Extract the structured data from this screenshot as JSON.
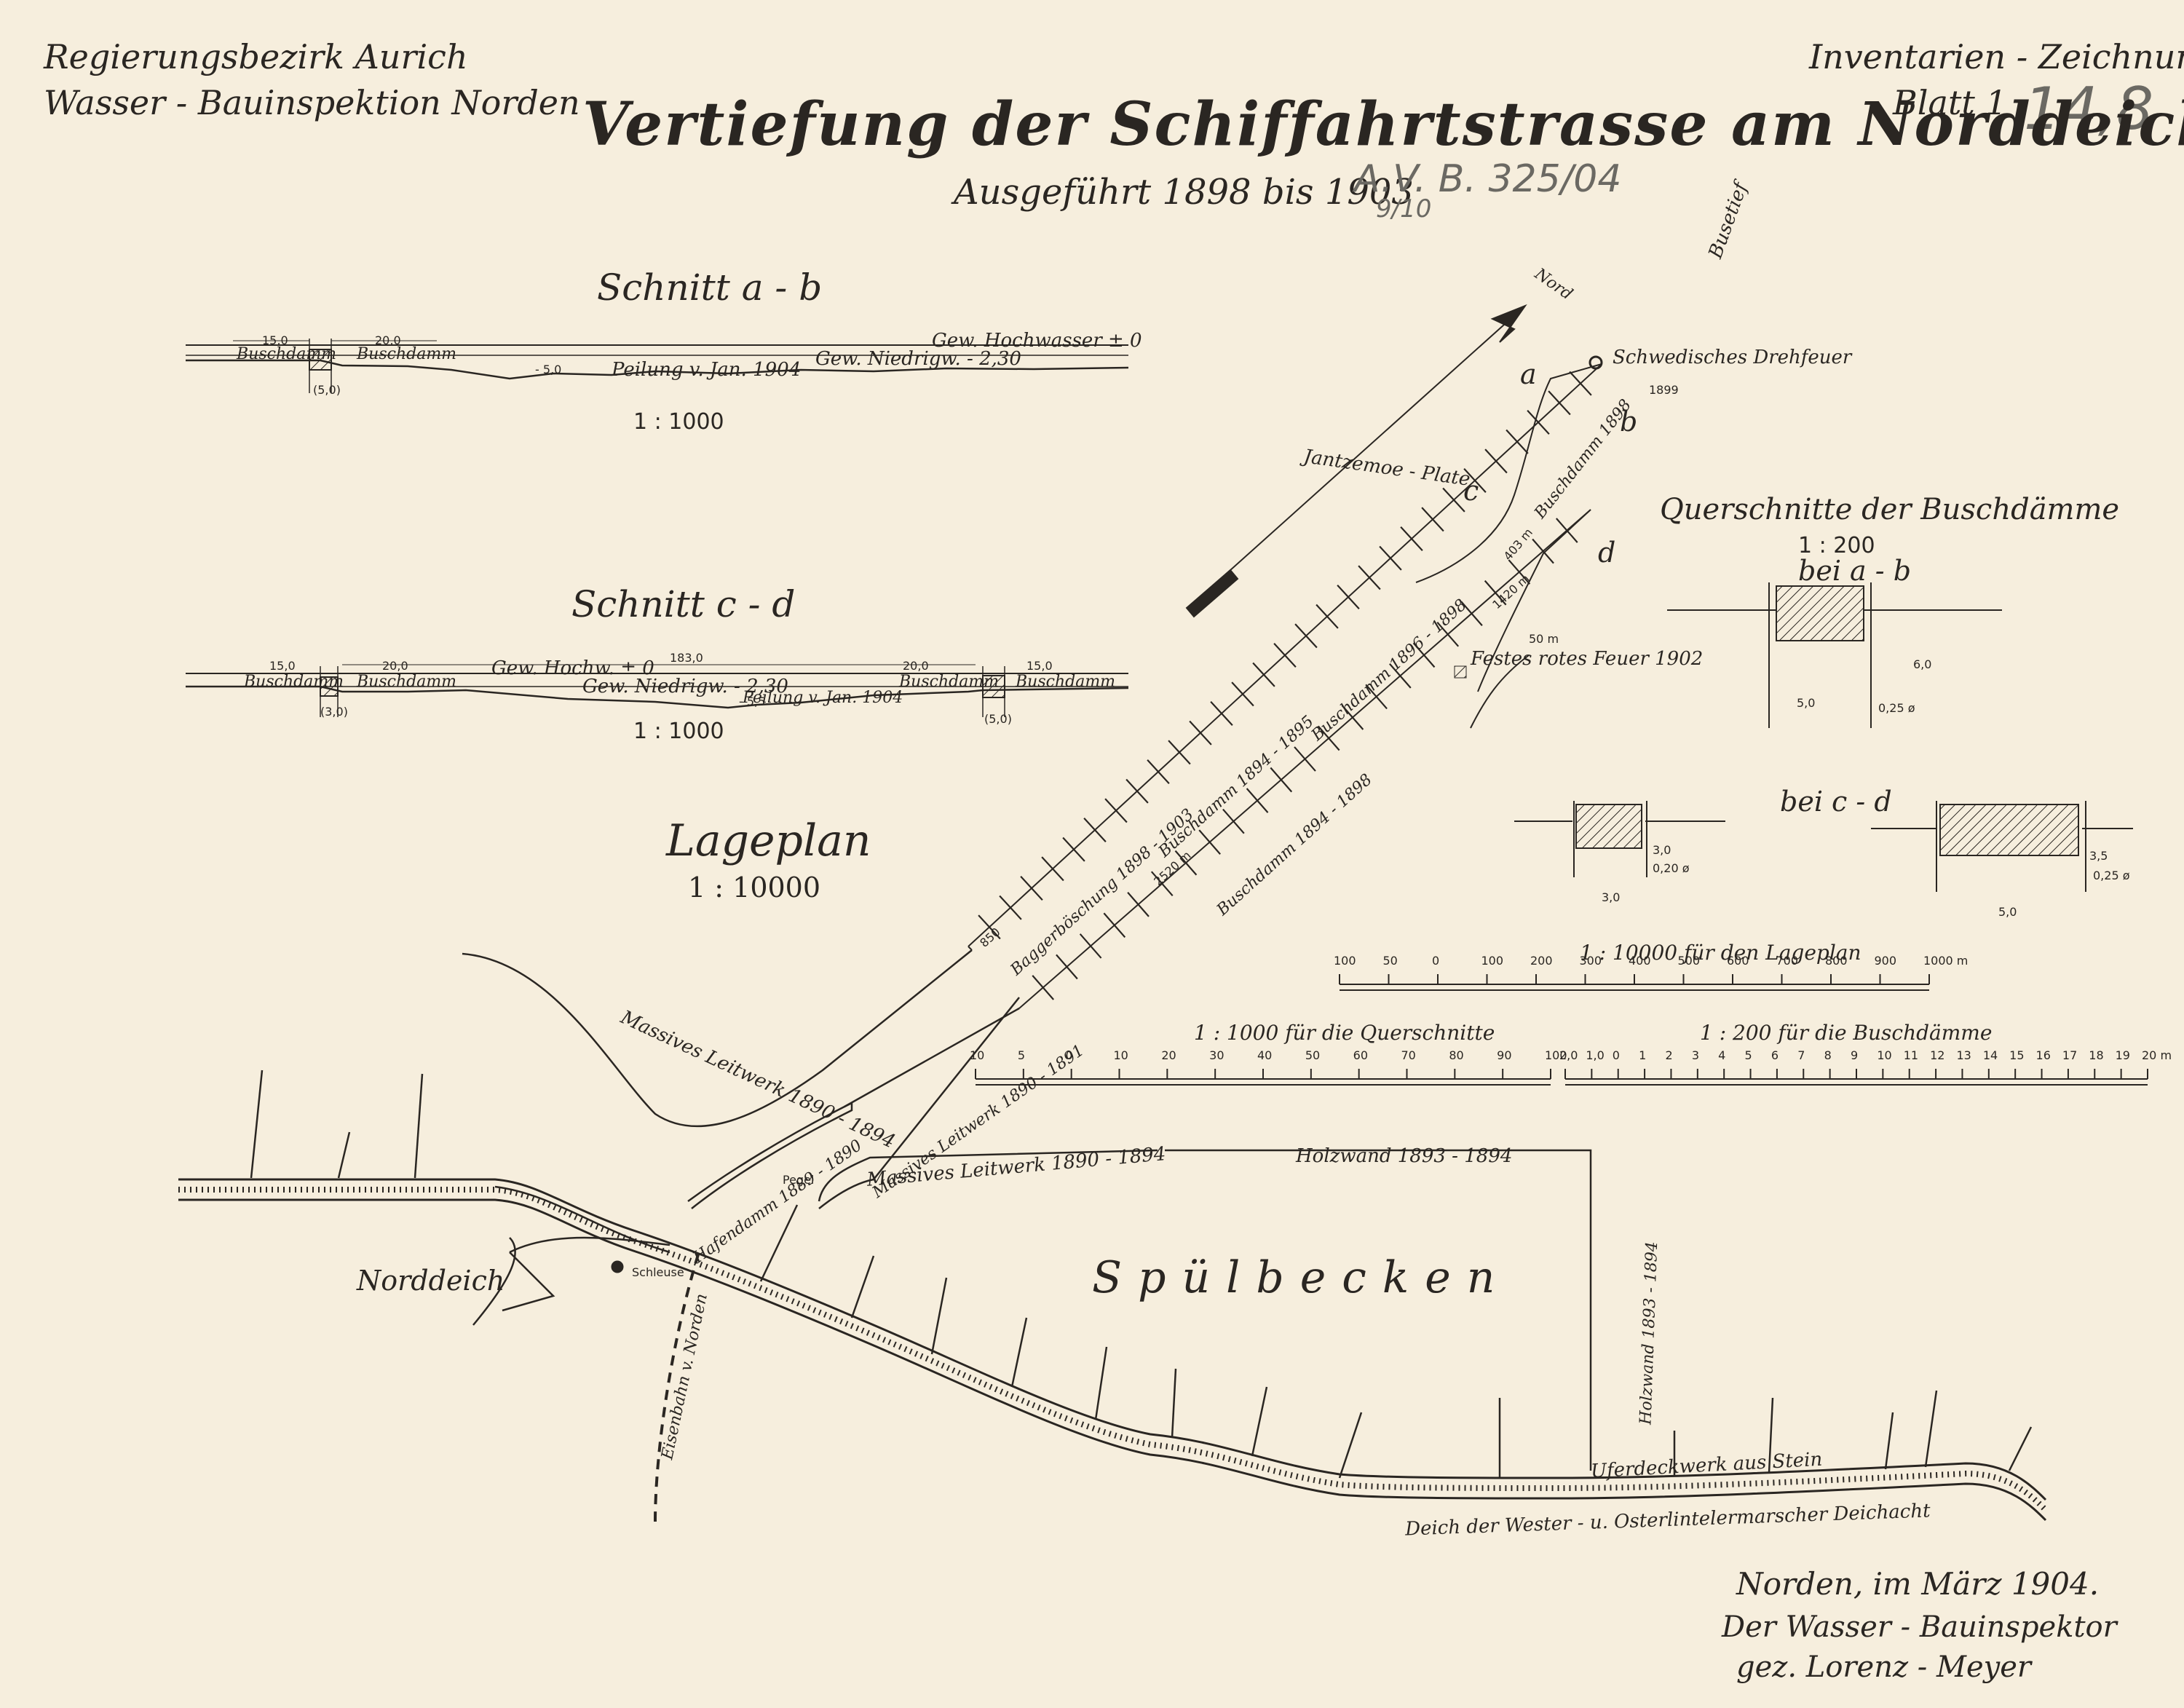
{
  "header": {
    "left_line1": "Regierungsbezirk Aurich",
    "left_line2": "Wasser - Bauinspektion Norden",
    "right_line1": "Inventarien - Zeichnung",
    "right_line2": "Blatt 1",
    "pencil_number": "14,8"
  },
  "title": {
    "main": "Vertiefung der Schiffahrtstrasse am Norddeich",
    "sub": "Ausgeführt 1898 bis 1903",
    "pencil_note_1": "A.V. B. 325/04",
    "pencil_note_2": "9/10"
  },
  "section_ab": {
    "title": "Schnitt a - b",
    "scale": "1 : 1000",
    "labels": [
      "Gew. Hochwasser ± 0",
      "Gew. Niedrigw. - 2,30",
      "Peilung v. Jan. 1904",
      "Buschdamm",
      "Buschdamm",
      "15,0",
      "20,0",
      "(5,0)",
      "- 5,0"
    ]
  },
  "section_cd": {
    "title": "Schnitt c - d",
    "scale": "1 : 1000",
    "labels": [
      "Gew. Hochw. ± 0",
      "Gew. Niedrigw. - 2,30",
      "Peilung v. Jan. 1904",
      "183,0",
      "15,0",
      "20,0",
      "20,0",
      "15,0",
      "Buschdamm",
      "Buschdamm",
      "Buschdamm",
      "Buschdamm",
      "(3,0)",
      "(5,0)",
      "- 5,5"
    ]
  },
  "lageplan": {
    "title": "Lageplan",
    "scale": "1 : 10000"
  },
  "querschnitte": {
    "title": "Querschnitte der Buschdämme",
    "scale": "1 : 200",
    "ab_label": "bei a - b",
    "cd_label": "bei c - d",
    "dims": [
      "5,0",
      "6,0",
      "0,25 ø",
      "3,0",
      "3,0",
      "0,20 ø",
      "5,0",
      "3,5",
      "0,25 ø"
    ]
  },
  "scales": {
    "lageplan_label": "1 : 10000 für den Lageplan",
    "lageplan_ticks": [
      "100",
      "50",
      "0",
      "100",
      "200",
      "300",
      "400",
      "500",
      "600",
      "700",
      "800",
      "900",
      "1000 m"
    ],
    "querschnitte_label": "1 : 1000 für die Querschnitte",
    "querschnitte_ticks": [
      "10",
      "5",
      "0",
      "10",
      "20",
      "30",
      "40",
      "50",
      "60",
      "70",
      "80",
      "90",
      "100"
    ],
    "buschdaemme_label": "1 : 200 für die Buschdämme",
    "buschdaemme_ticks": [
      "2,0",
      "1,0",
      "0",
      "1",
      "2",
      "3",
      "4",
      "5",
      "6",
      "7",
      "8",
      "9",
      "10",
      "11",
      "12",
      "13",
      "14",
      "15",
      "16",
      "17",
      "18",
      "19",
      "20 m"
    ]
  },
  "map": {
    "north": "Nord",
    "buse_tief": "Busetief",
    "schwedisches_drehfeuer": "Schwedisches Drehfeuer",
    "drehfeuer_year": "1899",
    "point_a": "a",
    "point_b": "b",
    "point_c": "c",
    "point_d": "d",
    "jantzemoe_plate": "Jantzemoe - Plate",
    "festes_feuer": "Festes rotes Feuer 1902",
    "buschdamm_upper_end": "Buschdamm 1898",
    "buschdamm_1": "Buschdamm 1896 - 1898",
    "buschdamm_2": "Buschdamm 1894 - 1895",
    "buschdamm_3": "Buschdamm 1894 - 1898",
    "baggerbuschung": "Baggerböschung 1898 - 1903",
    "dist_1": "2520 m",
    "dist_2": "1420 m",
    "dist_3": "403 m",
    "dist_4": "50 m",
    "dist_5": "850",
    "massives_leitwerk_1": "Massives Leitwerk 1890 - 1894",
    "massives_leitwerk_2": "Massives Leitwerk 1890 - 1891",
    "massives_leitwerk_3": "Massives Leitwerk 1890 - 1894",
    "hafendamm": "Hafendamm 1889 - 1890",
    "holzwand_1": "Holzwand 1893 - 1894",
    "holzwand_2": "Holzwand 1893 - 1894",
    "spuelbecken": "Spülbecken",
    "norddeich": "Norddeich",
    "eisenbahn": "Eisenbahn v. Norden",
    "schleuse": "Schleuse",
    "pegel": "Pegel",
    "uferdeckwerk": "Uferdeckwerk aus Stein",
    "deich": "Deich der Wester - u. Osterlintelermarscher Deichacht"
  },
  "signature": {
    "line1": "Norden, im März 1904.",
    "line2": "Der Wasser - Bauinspektor",
    "line3": "gez. Lorenz - Meyer"
  }
}
